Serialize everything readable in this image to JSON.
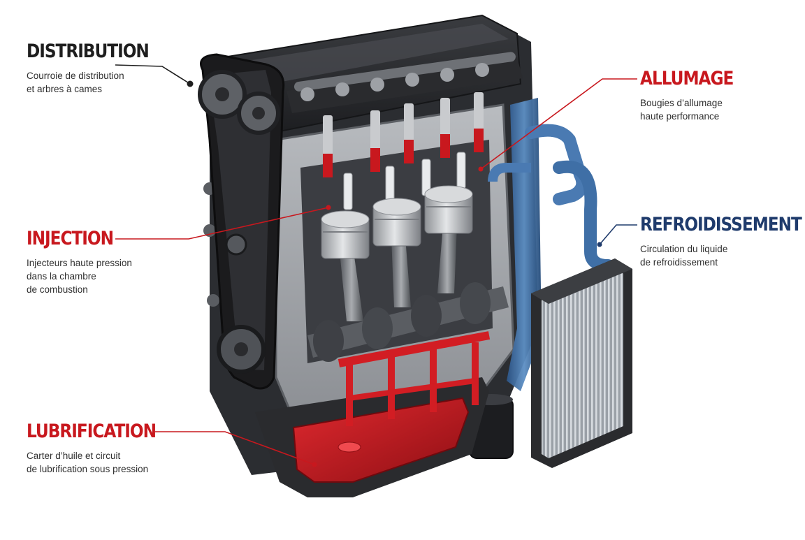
{
  "colors": {
    "accent_dark": "#1e1e1e",
    "accent_red": "#c8181e",
    "accent_blue": "#1f3b6c",
    "coolant_blue": "#3f6fa6",
    "oil_red": "#c9191f"
  },
  "callouts": {
    "distribution": {
      "title": "DISTRIBUTION",
      "lines": [
        "Courroie de distribution",
        "et arbres à cames"
      ]
    },
    "allumage": {
      "title": "ALLUMAGE",
      "lines": [
        "Bougies d’allumage",
        "haute performance"
      ]
    },
    "injection": {
      "title": "INJECTION",
      "lines": [
        "Injecteurs haute pression",
        "dans la chambre",
        "de combustion"
      ]
    },
    "refroidissement": {
      "title": "REFROIDISSEMENT",
      "lines": [
        "Circulation du liquide",
        "de refroidissement"
      ]
    },
    "lubrification": {
      "title": "LUBRIFICATION",
      "lines": [
        "Carter d’huile et circuit",
        "de lubrification sous pression"
      ]
    }
  }
}
